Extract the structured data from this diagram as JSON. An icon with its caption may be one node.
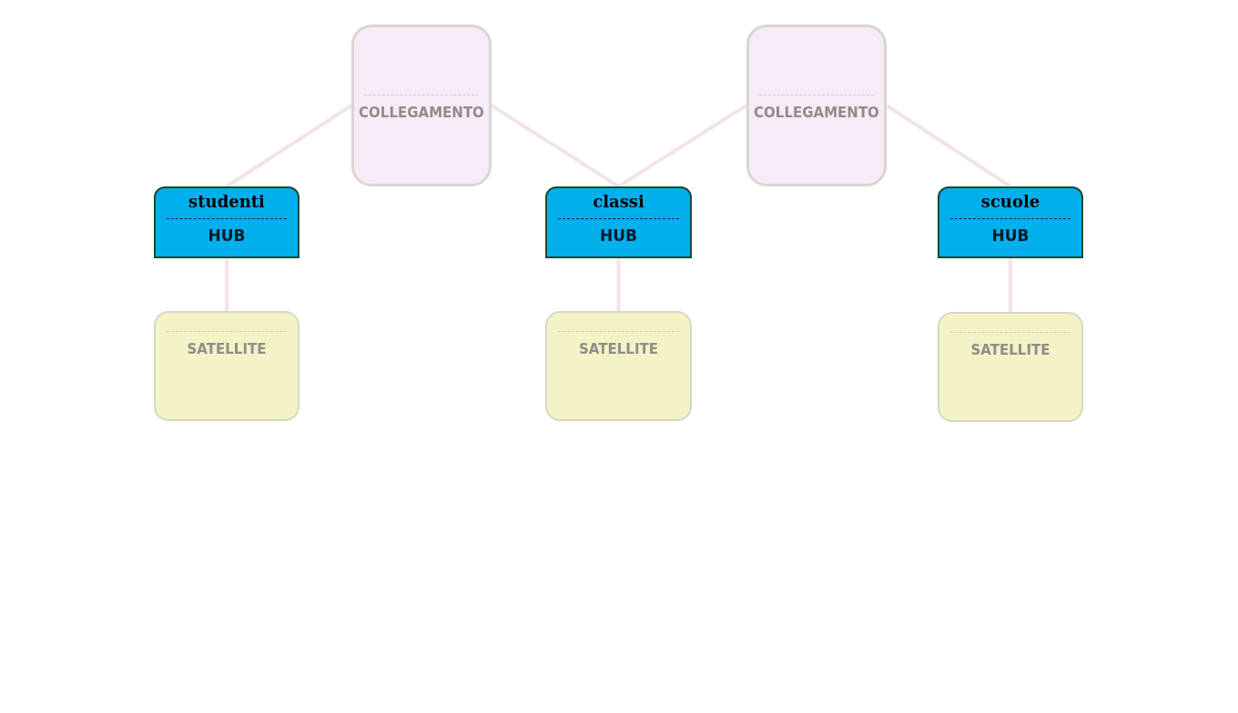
{
  "diagram": {
    "nodes": [
      {
        "text": [
          "COLLEGAMENTO"
        ]
      },
      {
        "text": [
          "COLLEGAMENTO"
        ]
      },
      {
        "text": [
          "studenti",
          "HUB"
        ]
      },
      {
        "text": [
          "classi",
          "HUB"
        ]
      },
      {
        "text": [
          "scuole",
          "HUB"
        ]
      },
      {
        "text": [
          "SATELLITE"
        ]
      },
      {
        "text": [
          "SATELLITE"
        ]
      },
      {
        "text": [
          "SATELLITE"
        ]
      }
    ],
    "edges": [
      {
        "from": 0,
        "to": 2,
        "arrow": "none"
      },
      {
        "from": 0,
        "to": 3,
        "arrow": "none"
      },
      {
        "from": 1,
        "to": 3,
        "arrow": "none"
      },
      {
        "from": 1,
        "to": 4,
        "arrow": "none"
      },
      {
        "from": 2,
        "to": 5,
        "arrow": "none"
      },
      {
        "from": 3,
        "to": 6,
        "arrow": "none"
      },
      {
        "from": 4,
        "to": 7,
        "arrow": "none"
      }
    ]
  }
}
